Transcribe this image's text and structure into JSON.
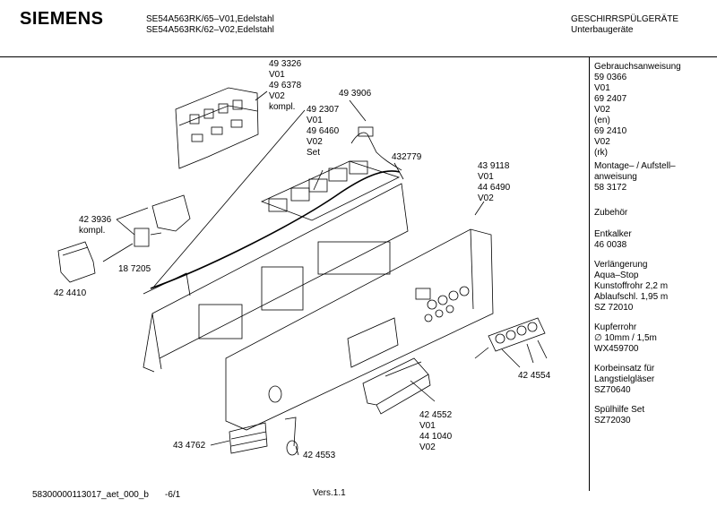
{
  "header": {
    "brand": "SIEMENS",
    "model_line_1": "SE54A563RK/65–V01,Edelstahl",
    "model_line_2": "SE54A563RK/62–V02,Edelstahl",
    "category": "GESCHIRRSPÜLGERÄTE",
    "subcategory": "Unterbaugeräte"
  },
  "parts": {
    "p1": [
      "49 3326",
      "V01",
      "49 6378",
      "V02",
      "kompl."
    ],
    "p2": [
      "49 3906"
    ],
    "p3": [
      "49 2307",
      "V01",
      "49 6460",
      "V02",
      "Set"
    ],
    "p4": [
      "432779"
    ],
    "p5": [
      "43 9118",
      "V01",
      "44 6490",
      "V02"
    ],
    "p6": [
      "42 3936",
      "kompl."
    ],
    "p7": [
      "18 7205"
    ],
    "p8": [
      "42 4410"
    ],
    "p9": [
      "42 4554"
    ],
    "p10": [
      "42 4552",
      "V01",
      "44 1040",
      "V02"
    ],
    "p11": [
      "43 4762"
    ],
    "p12": [
      "42 4553"
    ]
  },
  "sidebar": {
    "entries": [
      [
        "Gebrauchsanweisung",
        "59 0366",
        "V01",
        "69 2407",
        "V02",
        "(en)",
        "69 2410",
        "V02",
        "(rk)"
      ],
      [
        "Montage– / Aufstell–",
        "anweisung",
        "58 3172"
      ],
      [
        "Zubehör"
      ],
      [
        "Entkalker",
        "46 0038"
      ],
      [
        "Verlängerung",
        "Aqua–Stop",
        "Kunstoffrohr 2,2 m",
        "Ablaufschl. 1,95 m",
        "SZ 72010"
      ],
      [
        "Kupferrohr",
        "∅ 10mm / 1,5m",
        "WX459700"
      ],
      [
        "Korbeinsatz für",
        "Langstielgläser",
        "SZ70640"
      ],
      [
        "Spülhilfe Set",
        "SZ72030"
      ]
    ]
  },
  "footer": {
    "doc_id": "58300000113017_aet_000_b",
    "page": "-6/1",
    "version": "Vers.1.1"
  }
}
